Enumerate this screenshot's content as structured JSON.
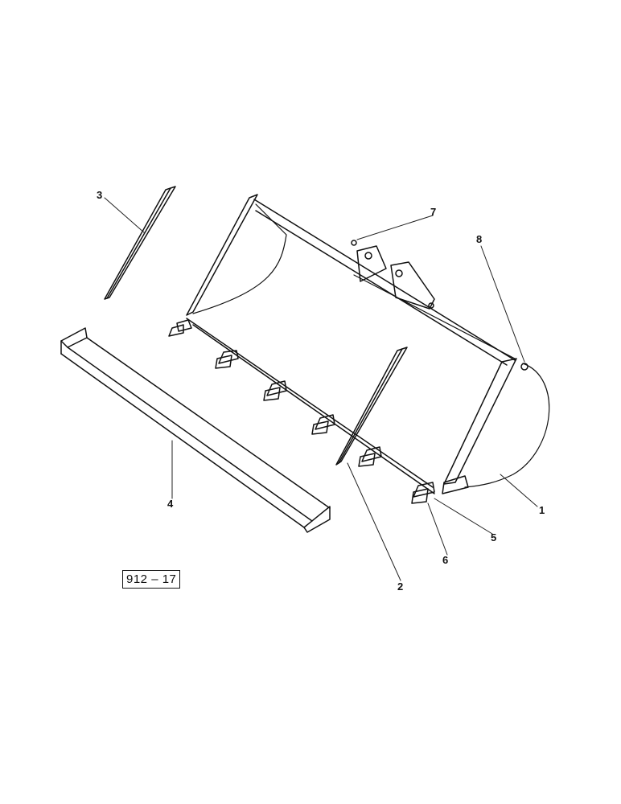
{
  "drawing": {
    "reference": "912 – 17"
  },
  "callouts": [
    {
      "id": "1",
      "label": "1"
    },
    {
      "id": "2",
      "label": "2"
    },
    {
      "id": "3",
      "label": "3"
    },
    {
      "id": "4",
      "label": "4"
    },
    {
      "id": "5",
      "label": "5"
    },
    {
      "id": "6",
      "label": "6"
    },
    {
      "id": "7",
      "label": "7"
    },
    {
      "id": "8",
      "label": "8"
    }
  ]
}
